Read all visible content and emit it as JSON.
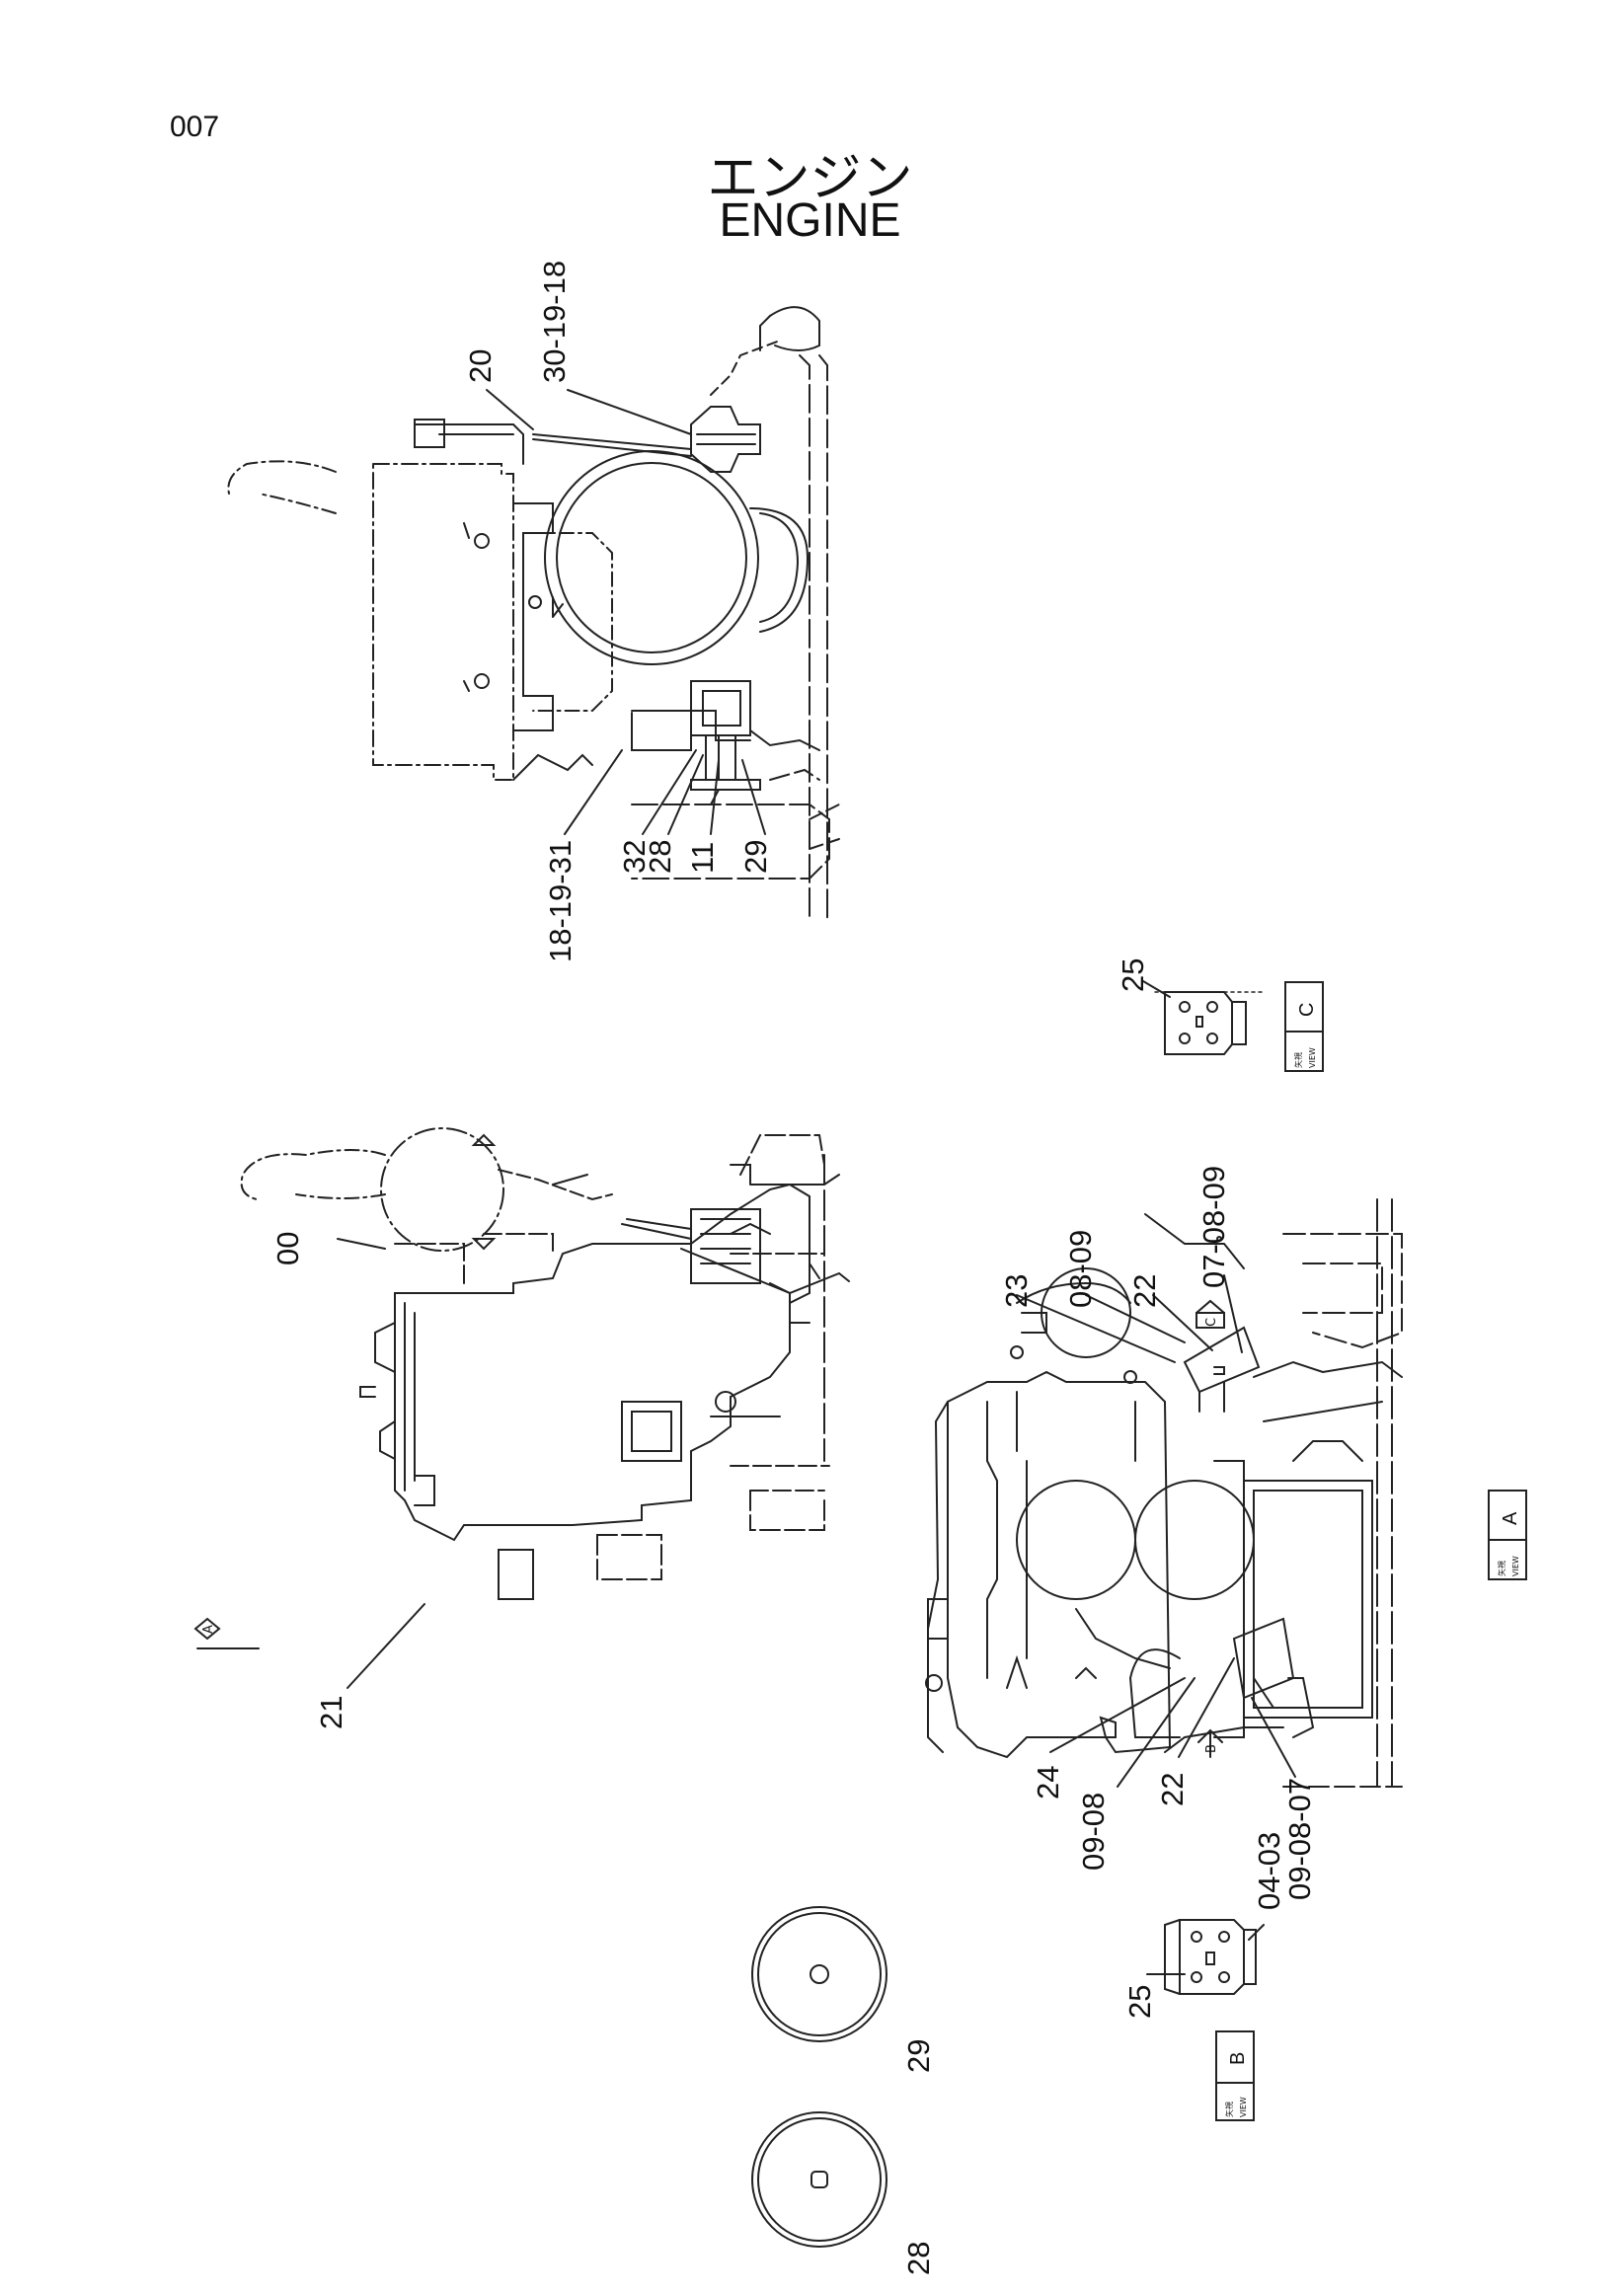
{
  "header": {
    "page_number": "007",
    "title_jp": "エンジン",
    "title_en": "ENGINE"
  },
  "parts": [
    {
      "id": "p20",
      "label": "20"
    },
    {
      "id": "p30-19-18",
      "label": "30-19-18"
    },
    {
      "id": "p18-19-31",
      "label": "18-19-31"
    },
    {
      "id": "p32",
      "label": "32"
    },
    {
      "id": "p28a",
      "label": "28"
    },
    {
      "id": "p11",
      "label": "11"
    },
    {
      "id": "p29a",
      "label": "29"
    },
    {
      "id": "p25c",
      "label": "25"
    },
    {
      "id": "p00",
      "label": "00"
    },
    {
      "id": "p21",
      "label": "21"
    },
    {
      "id": "p23",
      "label": "23"
    },
    {
      "id": "p08-09",
      "label": "08-09"
    },
    {
      "id": "p22a",
      "label": "22"
    },
    {
      "id": "p07-08-09",
      "label": "07-08-09"
    },
    {
      "id": "p24",
      "label": "24"
    },
    {
      "id": "p09-08",
      "label": "09-08"
    },
    {
      "id": "p22b",
      "label": "22"
    },
    {
      "id": "p04-03",
      "label": "04-03"
    },
    {
      "id": "p09-08-07",
      "label": "09-08-07"
    },
    {
      "id": "p25b",
      "label": "25"
    },
    {
      "id": "p29b",
      "label": "29"
    },
    {
      "id": "p28b",
      "label": "28"
    }
  ],
  "views": {
    "a_letter": "A",
    "a_arrow_letter": "A",
    "b_letter": "B",
    "b_arrow_letter": "B",
    "c_letter": "C",
    "c_arrow_letter": "C",
    "view_word": "VIEW",
    "view_jp": "矢視"
  }
}
